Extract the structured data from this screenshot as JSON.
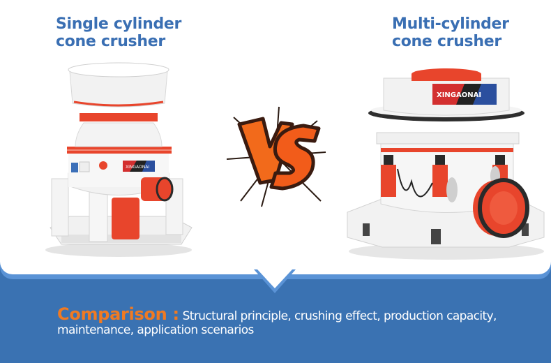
{
  "left_product": {
    "title_line1": "Single cylinder",
    "title_line2": "cone crusher",
    "brand_label": "XINGAONAI"
  },
  "right_product": {
    "title_line1": "Multi-cylinder",
    "title_line2": "cone crusher",
    "brand_label": "XINGAONAI"
  },
  "versus": {
    "label": "VS",
    "icon": "vs-splash-icon"
  },
  "comparison": {
    "keyword": "Comparison :",
    "text": " Structural principle, crushing effect, production capacity, maintenance, application scenarios"
  },
  "colors": {
    "title_blue": "#3a6fb3",
    "banner_blue": "#3a72b2",
    "banner_rim": "#5a93d6",
    "accent_orange": "#f07a22",
    "machine_red": "#e8452c"
  }
}
